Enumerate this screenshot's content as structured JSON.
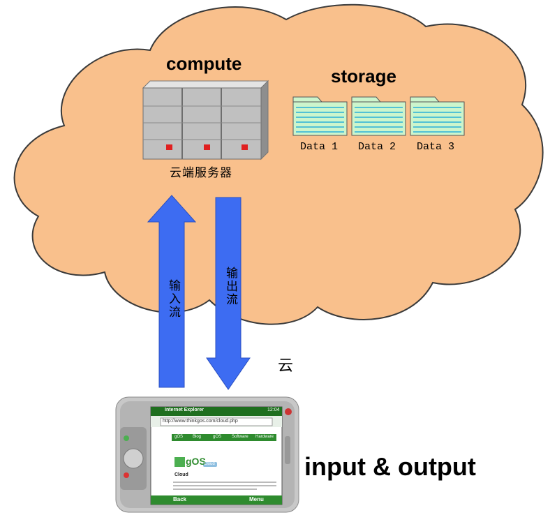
{
  "labels": {
    "compute": "compute",
    "storage": "storage",
    "server_caption": "云端服务器",
    "input_stream": "输入流",
    "output_stream": "输出流",
    "cloud_caption": "云",
    "io_caption": "input & output"
  },
  "data_items": [
    "Data 1",
    "Data 2",
    "Data 3"
  ],
  "device": {
    "title": "Internet Explorer",
    "clock": "12:04",
    "url": "http://www.thinkgos.com/cloud.php",
    "nav_tabs": [
      "gOS",
      "Blog",
      "gOS",
      "Software",
      "Hardware"
    ],
    "logo": "gOS",
    "logo_badge": "Cloud",
    "heading": "Cloud",
    "softkey_left": "Back",
    "softkey_right": "Menu"
  },
  "colors": {
    "cloud_fill": "#f9c08c",
    "cloud_stroke": "#3a3a3a",
    "arrow_fill": "#3d6cf2",
    "folder_fill": "#ccf5cc",
    "folder_lines": "#2ab0d8",
    "server_fill": "#c0c0c0",
    "server_led": "#e02020",
    "device_green": "#2e8b2e"
  }
}
